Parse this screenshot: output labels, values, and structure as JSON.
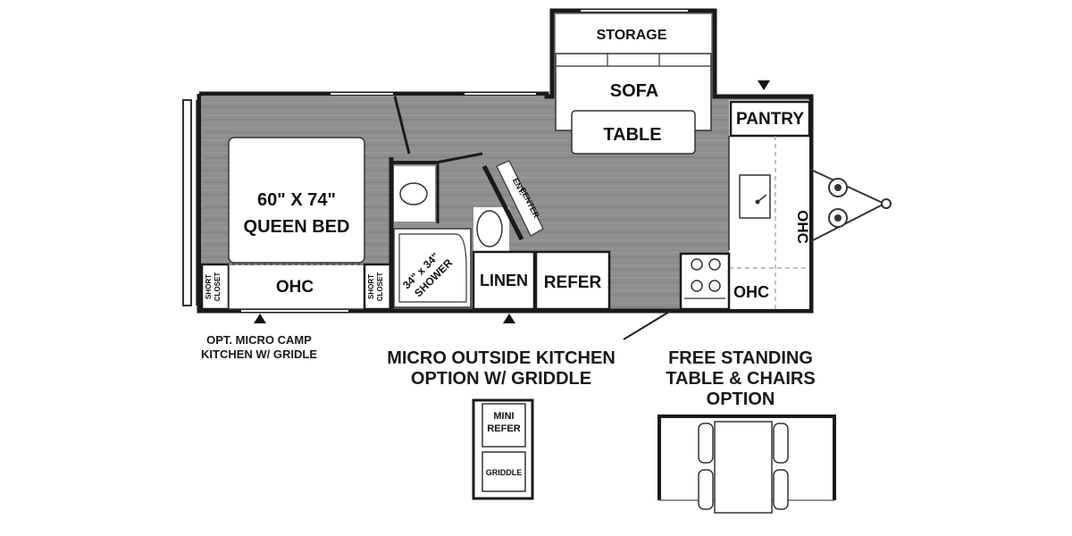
{
  "rooms": {
    "storage": "STORAGE",
    "sofa": "SOFA",
    "table": "TABLE",
    "pantry": "PANTRY",
    "bed_size": "60\" X 74\"",
    "bed_name": "QUEEN BED",
    "ohc_bed": "OHC",
    "short_closet_1": "SHORT",
    "short_closet_2": "CLOSET",
    "shower_size": "34\" x 34\"",
    "shower_name": "SHOWER",
    "linen": "LINEN",
    "refer": "REFER",
    "ent_center_1": "ENT.",
    "ent_center_2": "CENTER",
    "ohc_kitchen": "OHC",
    "ohc_front": "OHC"
  },
  "options": {
    "micro_camp_line1": "OPT. MICRO CAMP",
    "micro_camp_line2": "KITCHEN W/ GRIDLE",
    "outside_kitchen_line1": "MICRO OUTSIDE KITCHEN",
    "outside_kitchen_line2": "OPTION W/ GRIDDLE",
    "free_standing_line1": "FREE STANDING",
    "free_standing_line2": "TABLE & CHAIRS",
    "free_standing_line3": "OPTION",
    "mini_refer_1": "MINI",
    "mini_refer_2": "REFER",
    "griddle": "GRIDDLE"
  },
  "colors": {
    "floor": "#8c8c8c",
    "wall": "#1a1a1a",
    "fixture": "#ffffff"
  }
}
